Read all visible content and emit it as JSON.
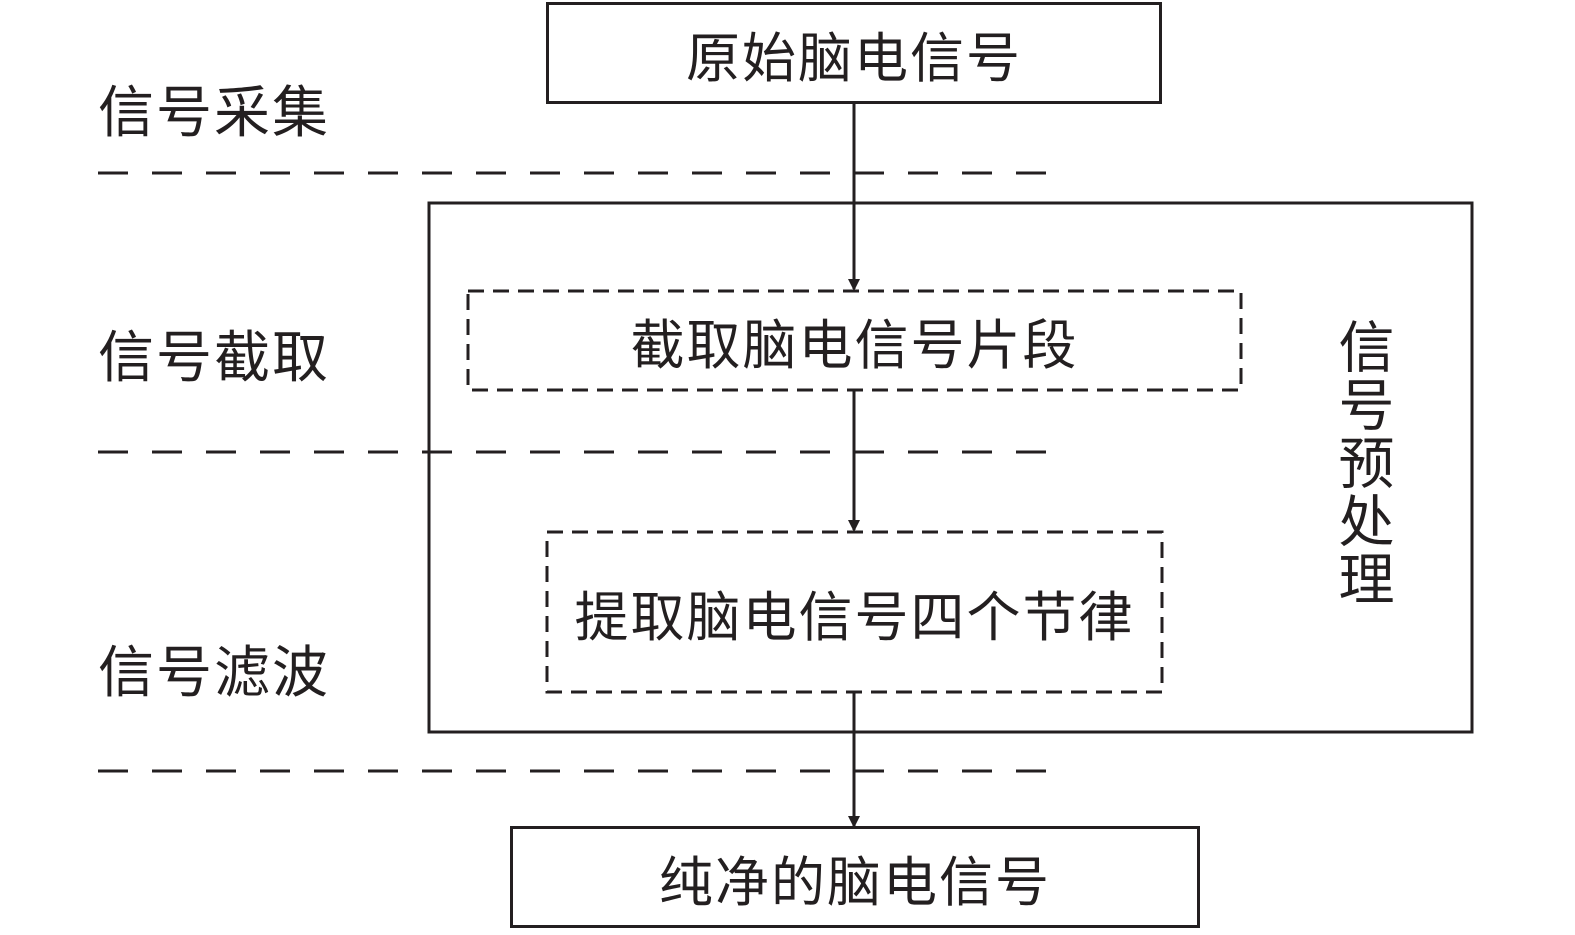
{
  "stages": {
    "acquisition": "信号采集",
    "segmentation": "信号截取",
    "filtering": "信号滤波"
  },
  "nodes": {
    "raw_eeg": "原始脑电信号",
    "segment_eeg": "截取脑电信号片段",
    "extract_rhythms": "提取脑电信号四个节律",
    "clean_eeg": "纯净的脑电信号"
  },
  "group": {
    "preprocessing": "信号预处理"
  },
  "colors": {
    "stroke": "#231f20",
    "background": "#ffffff"
  }
}
